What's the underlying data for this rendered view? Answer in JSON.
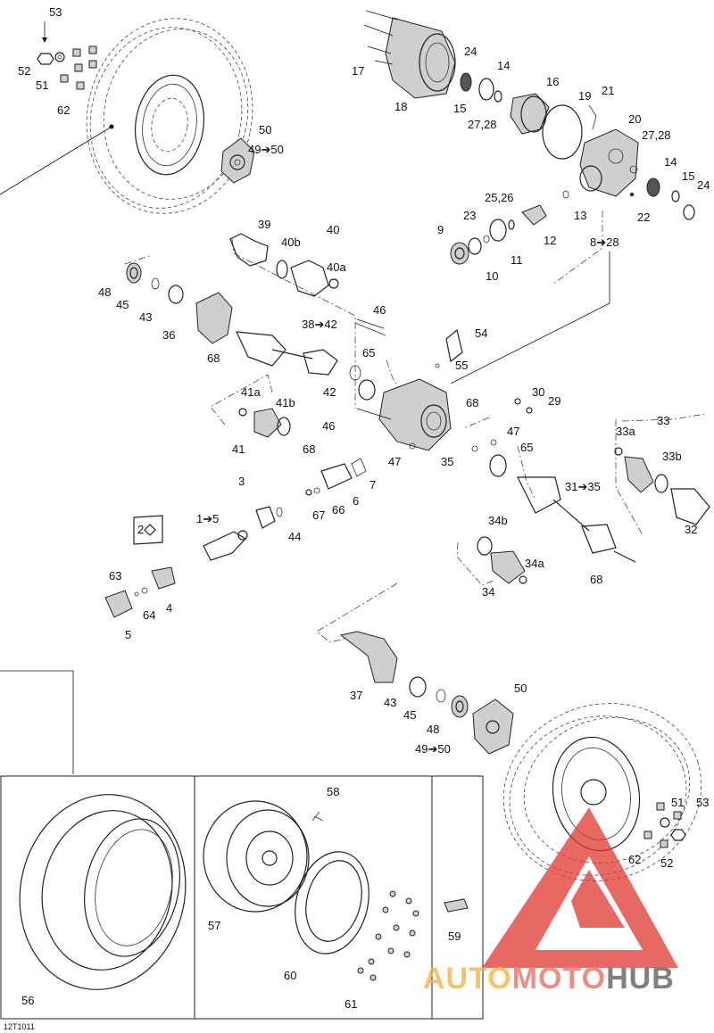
{
  "diagram_ref": "12T1011",
  "watermark": {
    "auto": "AUTO",
    "moto": "MOTO",
    "hub": "HUB",
    "colors": {
      "auto": "#f2b134",
      "moto": "#e26a5a",
      "hub": "#555555",
      "triangle": "#e0372f"
    }
  },
  "labels": [
    {
      "id": "l53a",
      "text": "53"
    },
    {
      "id": "l52a",
      "text": "52"
    },
    {
      "id": "l51a",
      "text": "51"
    },
    {
      "id": "l62a",
      "text": "62"
    },
    {
      "id": "l50a",
      "text": "50"
    },
    {
      "id": "l4950a",
      "text": "49➔50"
    },
    {
      "id": "l17",
      "text": "17"
    },
    {
      "id": "l18",
      "text": "18"
    },
    {
      "id": "l24a",
      "text": "24"
    },
    {
      "id": "l14a",
      "text": "14"
    },
    {
      "id": "l15a",
      "text": "15"
    },
    {
      "id": "l16",
      "text": "16"
    },
    {
      "id": "l2728a",
      "text": "27,28"
    },
    {
      "id": "l19",
      "text": "19"
    },
    {
      "id": "l21",
      "text": "21"
    },
    {
      "id": "l20",
      "text": "20"
    },
    {
      "id": "l2728b",
      "text": "27,28"
    },
    {
      "id": "l14b",
      "text": "14"
    },
    {
      "id": "l15b",
      "text": "15"
    },
    {
      "id": "l24b",
      "text": "24"
    },
    {
      "id": "l13",
      "text": "13"
    },
    {
      "id": "l22",
      "text": "22"
    },
    {
      "id": "l2526",
      "text": "25,26"
    },
    {
      "id": "l23",
      "text": "23"
    },
    {
      "id": "l9",
      "text": "9"
    },
    {
      "id": "l12",
      "text": "12"
    },
    {
      "id": "l11",
      "text": "11"
    },
    {
      "id": "l10",
      "text": "10"
    },
    {
      "id": "l828",
      "text": "8➔28"
    },
    {
      "id": "l39",
      "text": "39"
    },
    {
      "id": "l40",
      "text": "40"
    },
    {
      "id": "l40b",
      "text": "40b"
    },
    {
      "id": "l40a",
      "text": "40a"
    },
    {
      "id": "l48a",
      "text": "48"
    },
    {
      "id": "l45a",
      "text": "45"
    },
    {
      "id": "l43a",
      "text": "43"
    },
    {
      "id": "l36",
      "text": "36"
    },
    {
      "id": "l68a",
      "text": "68"
    },
    {
      "id": "l3842",
      "text": "38➔42"
    },
    {
      "id": "l46a",
      "text": "46"
    },
    {
      "id": "l54",
      "text": "54"
    },
    {
      "id": "l55",
      "text": "55"
    },
    {
      "id": "l65a",
      "text": "65"
    },
    {
      "id": "l42",
      "text": "42"
    },
    {
      "id": "l68b",
      "text": "68"
    },
    {
      "id": "l30",
      "text": "30"
    },
    {
      "id": "l29",
      "text": "29"
    },
    {
      "id": "l41a",
      "text": "41a"
    },
    {
      "id": "l41b",
      "text": "41b"
    },
    {
      "id": "l41",
      "text": "41"
    },
    {
      "id": "l46b",
      "text": "46"
    },
    {
      "id": "l47a",
      "text": "47"
    },
    {
      "id": "l68c",
      "text": "68"
    },
    {
      "id": "l47b",
      "text": "47"
    },
    {
      "id": "l35",
      "text": "35"
    },
    {
      "id": "l65b",
      "text": "65"
    },
    {
      "id": "l7",
      "text": "7"
    },
    {
      "id": "l6",
      "text": "6"
    },
    {
      "id": "l66",
      "text": "66"
    },
    {
      "id": "l67",
      "text": "67"
    },
    {
      "id": "l3",
      "text": "3"
    },
    {
      "id": "l44",
      "text": "44"
    },
    {
      "id": "l15c",
      "text": "1➔5"
    },
    {
      "id": "l2",
      "text": "2"
    },
    {
      "id": "l63",
      "text": "63"
    },
    {
      "id": "l64",
      "text": "64"
    },
    {
      "id": "l4",
      "text": "4"
    },
    {
      "id": "l5",
      "text": "5"
    },
    {
      "id": "l33",
      "text": "33"
    },
    {
      "id": "l33a",
      "text": "33a"
    },
    {
      "id": "l33b",
      "text": "33b"
    },
    {
      "id": "l3135",
      "text": "31➔35"
    },
    {
      "id": "l32",
      "text": "32"
    },
    {
      "id": "l34b",
      "text": "34b"
    },
    {
      "id": "l34a",
      "text": "34a"
    },
    {
      "id": "l34",
      "text": "34"
    },
    {
      "id": "l68d",
      "text": "68"
    },
    {
      "id": "l37",
      "text": "37"
    },
    {
      "id": "l43b",
      "text": "43"
    },
    {
      "id": "l45b",
      "text": "45"
    },
    {
      "id": "l48b",
      "text": "48"
    },
    {
      "id": "l50b",
      "text": "50"
    },
    {
      "id": "l4950b",
      "text": "49➔50"
    },
    {
      "id": "l51b",
      "text": "51"
    },
    {
      "id": "l53b",
      "text": "53"
    },
    {
      "id": "l62b",
      "text": "62"
    },
    {
      "id": "l52b",
      "text": "52"
    },
    {
      "id": "l58",
      "text": "58"
    },
    {
      "id": "l57",
      "text": "57"
    },
    {
      "id": "l60",
      "text": "60"
    },
    {
      "id": "l61",
      "text": "61"
    },
    {
      "id": "l56",
      "text": "56"
    },
    {
      "id": "l59",
      "text": "59"
    }
  ]
}
